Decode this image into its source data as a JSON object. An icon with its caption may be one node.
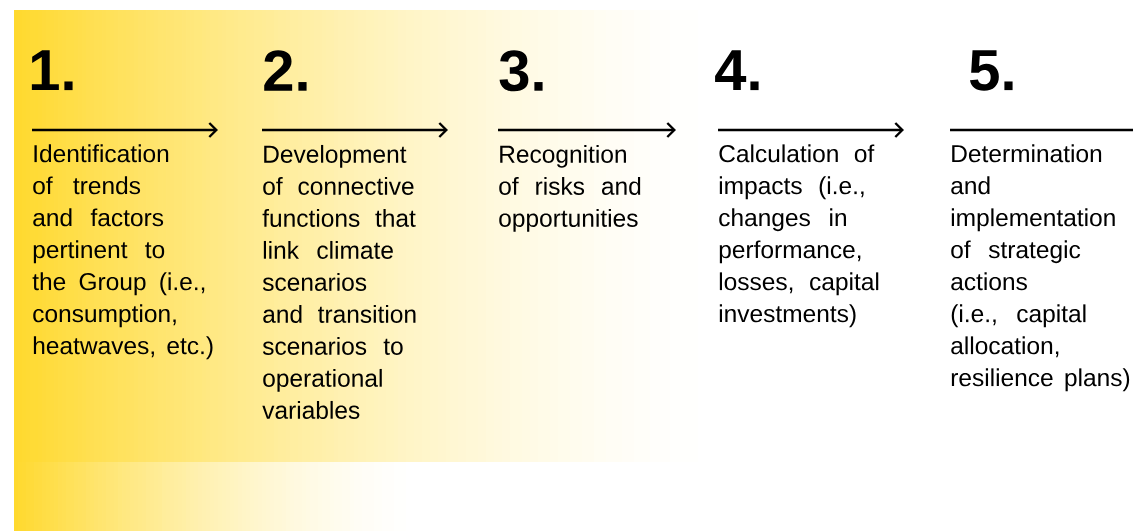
{
  "diagram": {
    "nodes": [
      {
        "text": [
          "1.",
          "Identification of trends and factors pertinent to the Group (i.e., consumption, heatwaves, etc.)"
        ]
      },
      {
        "text": [
          "2.",
          "Development of connective functions that link climate scenarios and transition scenarios to operational variables"
        ]
      },
      {
        "text": [
          "3.",
          "Recognition of risks and opportunities"
        ]
      },
      {
        "text": [
          "4.",
          "Calculation of impacts (i.e., changes in performance, losses, capital investments)"
        ]
      },
      {
        "text": [
          "5.",
          "Determination and implementation of strategic actions (i.e., capital allocation, resilience plans)"
        ]
      }
    ]
  }
}
